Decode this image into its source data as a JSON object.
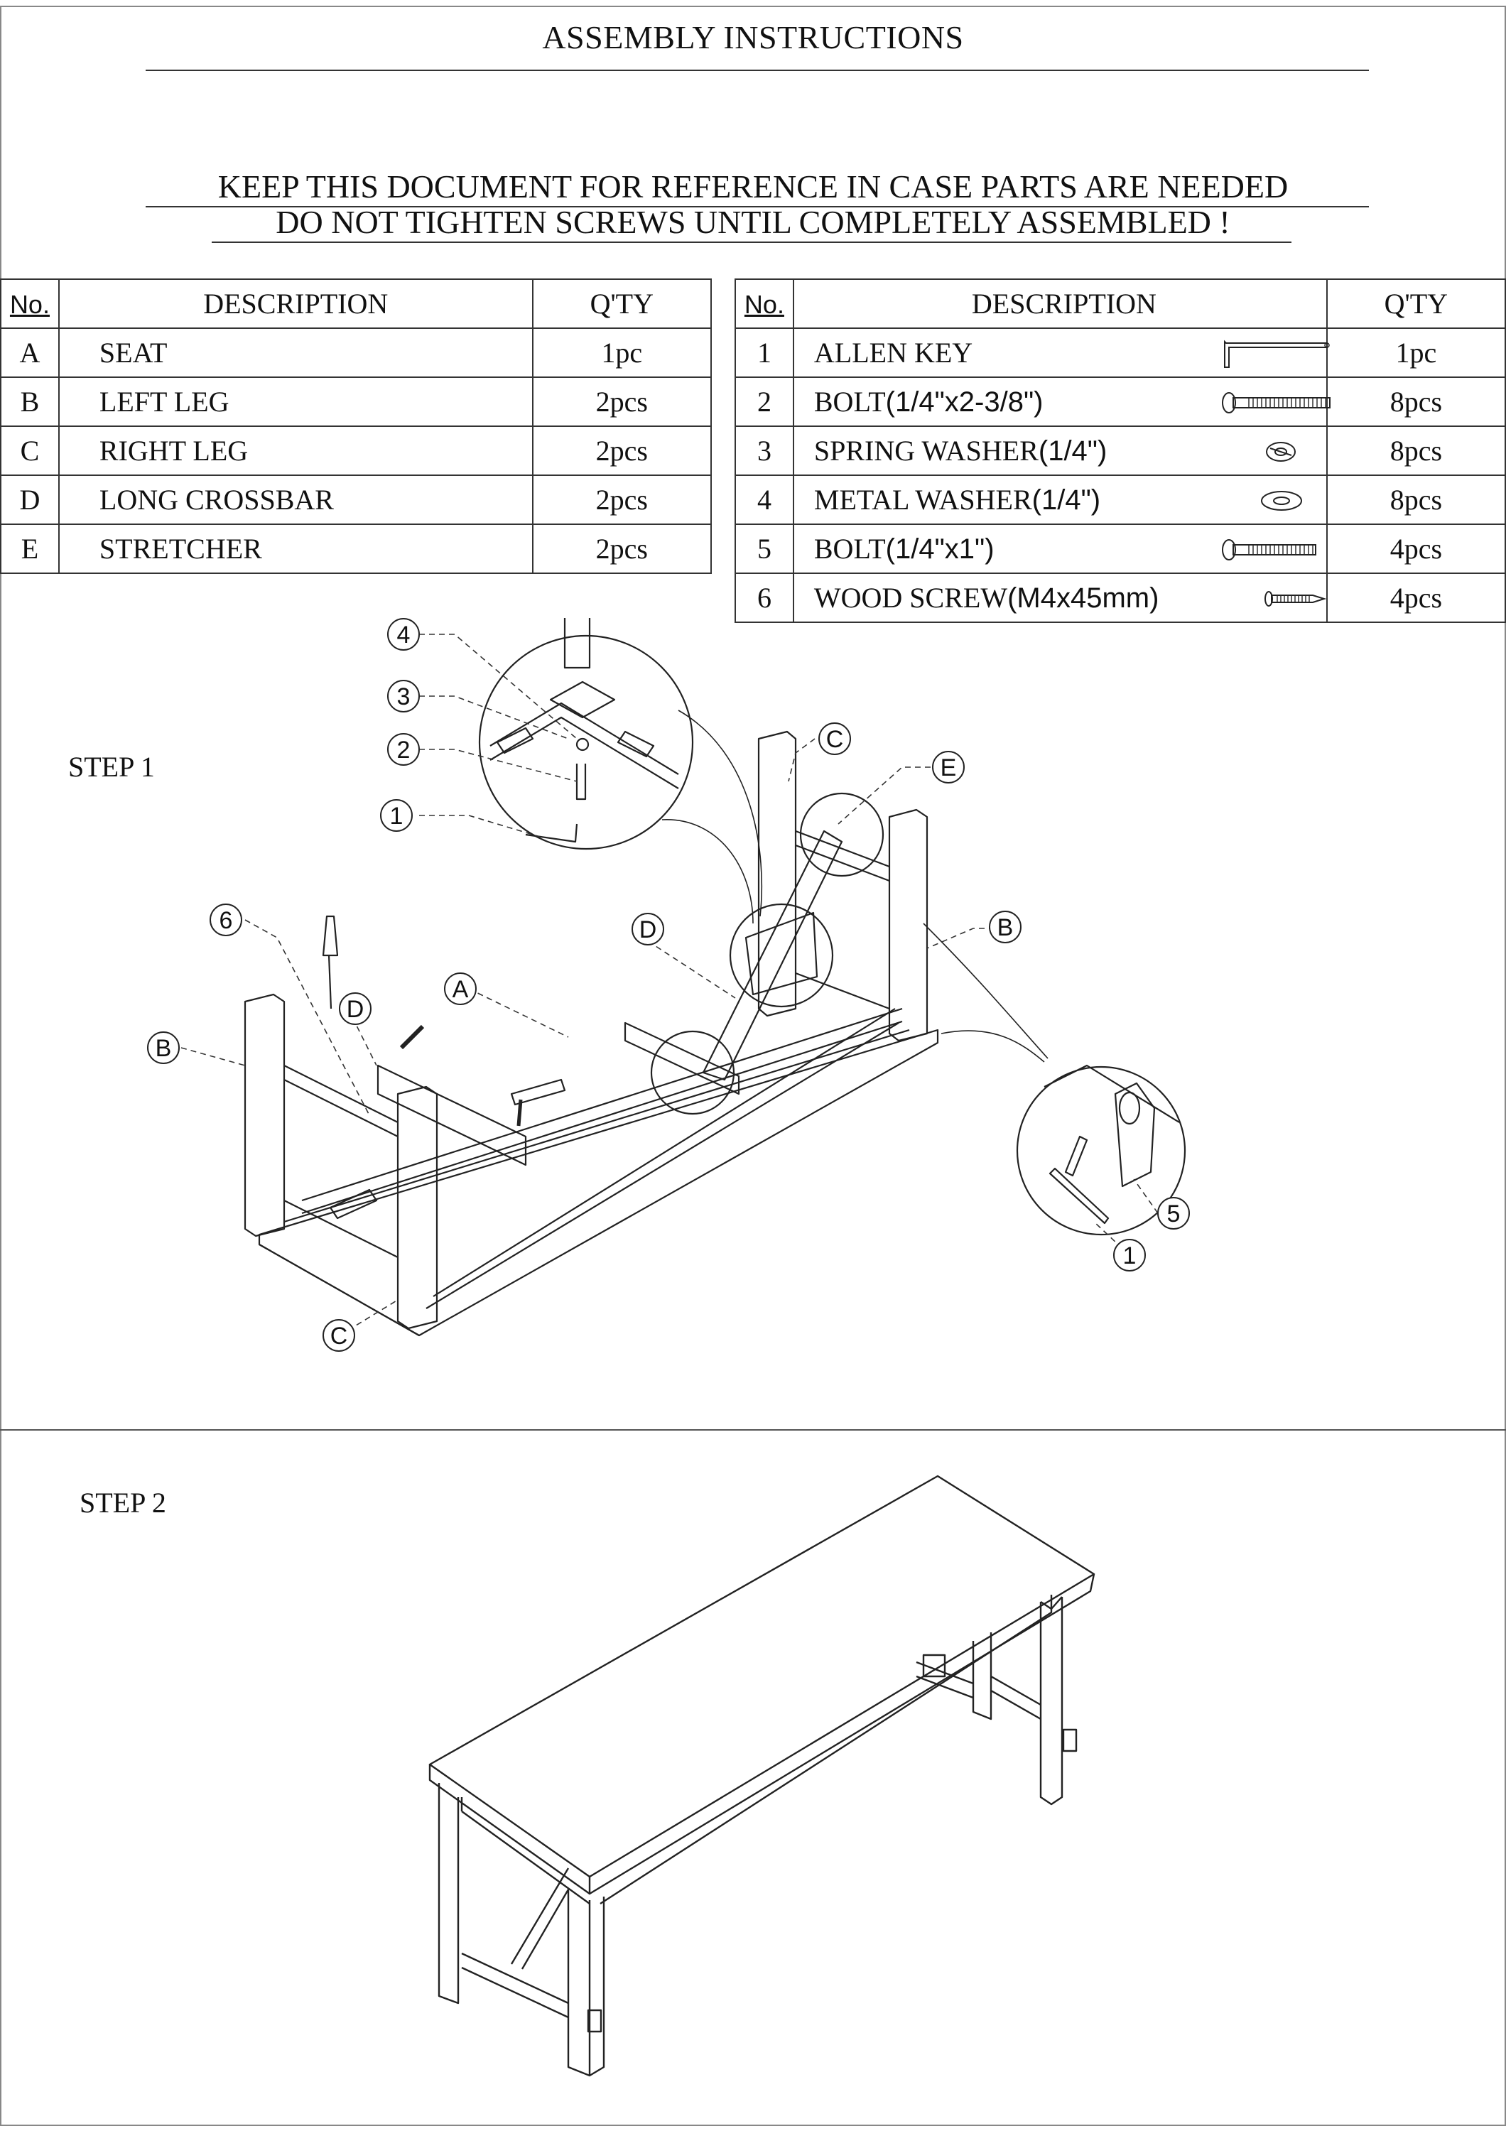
{
  "header": {
    "title": "ASSEMBLY INSTRUCTIONS",
    "notice_line1": "KEEP THIS DOCUMENT FOR REFERENCE IN CASE PARTS ARE NEEDED",
    "notice_line2": "DO NOT TIGHTEN SCREWS UNTIL COMPLETELY ASSEMBLED !"
  },
  "parts_table": {
    "headers": {
      "no": "No.",
      "description": "DESCRIPTION",
      "qty": "Q'TY"
    },
    "rows": [
      {
        "no": "A",
        "description": "SEAT",
        "qty": "1pc"
      },
      {
        "no": "B",
        "description": "LEFT LEG",
        "qty": "2pcs"
      },
      {
        "no": "C",
        "description": "RIGHT LEG",
        "qty": "2pcs"
      },
      {
        "no": "D",
        "description": "LONG CROSSBAR",
        "qty": "2pcs"
      },
      {
        "no": "E",
        "description": "STRETCHER",
        "qty": "2pcs"
      }
    ]
  },
  "hardware_table": {
    "headers": {
      "no": "No.",
      "description": "DESCRIPTION",
      "qty": "Q'TY"
    },
    "rows": [
      {
        "no": "1",
        "description": "ALLEN KEY",
        "qty": "1pc",
        "icon": "allen-key-icon"
      },
      {
        "no": "2",
        "description_prefix": "BOLT",
        "description_spec": "(1/4\"x2-3/8\")",
        "qty": "8pcs",
        "icon": "long-bolt-icon"
      },
      {
        "no": "3",
        "description_prefix": "SPRING WASHER",
        "description_spec": "(1/4\")",
        "qty": "8pcs",
        "icon": "spring-washer-icon"
      },
      {
        "no": "4",
        "description_prefix": "METAL WASHER",
        "description_spec": "(1/4\")",
        "qty": "8pcs",
        "icon": "metal-washer-icon"
      },
      {
        "no": "5",
        "description_prefix": "BOLT",
        "description_spec": "(1/4\"x1\")",
        "qty": "4pcs",
        "icon": "short-bolt-icon"
      },
      {
        "no": "6",
        "description_prefix": "WOOD SCREW",
        "description_spec": "(M4x45mm)",
        "qty": "4pcs",
        "icon": "wood-screw-icon"
      }
    ]
  },
  "step1": {
    "label": "STEP 1",
    "callouts": [
      "4",
      "3",
      "2",
      "1",
      "C",
      "E",
      "6",
      "D",
      "A",
      "B",
      "B",
      "D",
      "C",
      "5",
      "1"
    ]
  },
  "step2": {
    "label": "STEP 2"
  }
}
